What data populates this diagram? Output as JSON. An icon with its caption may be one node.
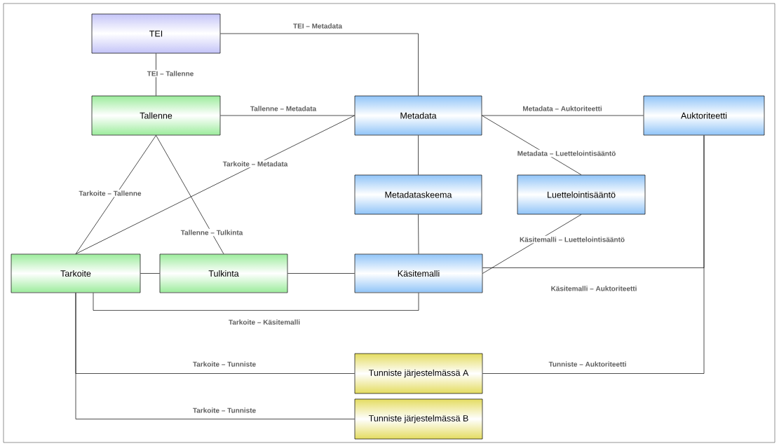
{
  "diagram": {
    "nodes": [
      {
        "text": [
          "TEI"
        ]
      },
      {
        "text": [
          "Tallenne"
        ]
      },
      {
        "text": [
          "Metadata"
        ]
      },
      {
        "text": [
          "Auktoriteetti"
        ]
      },
      {
        "text": [
          "Metadataskeema"
        ]
      },
      {
        "text": [
          "Luettelointisääntö"
        ]
      },
      {
        "text": [
          "Tarkoite"
        ]
      },
      {
        "text": [
          "Tulkinta"
        ]
      },
      {
        "text": [
          "Käsitemalli"
        ]
      },
      {
        "text": [
          "Tunniste järjestelmässä A"
        ]
      },
      {
        "text": [
          "Tunniste järjestelmässä B"
        ]
      }
    ],
    "edges": [
      {
        "from": 0,
        "to": 2,
        "arrow": "none",
        "label": "TEI – Metadata"
      },
      {
        "from": 0,
        "to": 1,
        "arrow": "none",
        "label": "TEI – Tallenne"
      },
      {
        "from": 1,
        "to": 2,
        "arrow": "none",
        "label": "Tallenne – Metadata"
      },
      {
        "from": 2,
        "to": 3,
        "arrow": "none",
        "label": "Metadata – Auktoriteetti"
      },
      {
        "from": 2,
        "to": 5,
        "arrow": "none",
        "label": "Metadata – Luettelointisääntö"
      },
      {
        "from": 6,
        "to": 2,
        "arrow": "none",
        "label": "Tarkoite – Metadata"
      },
      {
        "from": 6,
        "to": 1,
        "arrow": "none",
        "label": "Tarkoite – Tallenne"
      },
      {
        "from": 1,
        "to": 7,
        "arrow": "none",
        "label": "Tallenne – Tulkinta"
      },
      {
        "from": 8,
        "to": 5,
        "arrow": "none",
        "label": "Käsitemalli – Luettelointisääntö"
      },
      {
        "from": 8,
        "to": 3,
        "arrow": "none",
        "label": "Käsitemalli – Auktoriteetti"
      },
      {
        "from": 6,
        "to": 8,
        "arrow": "none",
        "label": "Tarkoite – Käsitemalli"
      },
      {
        "from": 6,
        "to": 9,
        "arrow": "none",
        "label": "Tarkoite – Tunniste"
      },
      {
        "from": 9,
        "to": 3,
        "arrow": "none",
        "label": "Tunniste – Auktoriteetti"
      },
      {
        "from": 6,
        "to": 10,
        "arrow": "none",
        "label": "Tarkoite – Tunniste"
      },
      {
        "from": 2,
        "to": 4,
        "arrow": "none"
      },
      {
        "from": 4,
        "to": 8,
        "arrow": "none"
      },
      {
        "from": 6,
        "to": 7,
        "arrow": "none"
      },
      {
        "from": 7,
        "to": 8,
        "arrow": "none"
      }
    ]
  }
}
